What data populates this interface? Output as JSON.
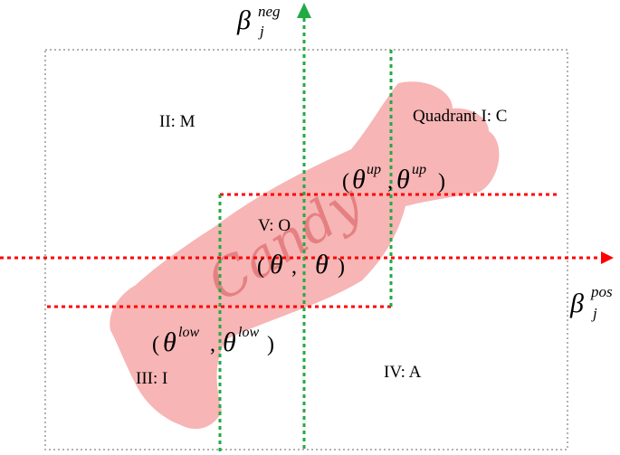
{
  "axes": {
    "x": {
      "base": "β",
      "sub": "j",
      "sup": "pos",
      "color": "#ff0000"
    },
    "y": {
      "base": "β",
      "sub": "j",
      "sup": "neg",
      "color": "#22aa44"
    }
  },
  "regions": {
    "quadrant_1": "Quadrant I: C",
    "quadrant_2": "II: M",
    "quadrant_3": "III: I",
    "quadrant_4": "IV: A",
    "region_5": "V: O"
  },
  "points": {
    "upper": {
      "base": "θ",
      "sup": "up"
    },
    "center": {
      "base": "θ"
    },
    "lower": {
      "base": "θ",
      "sup": "low"
    }
  },
  "candy": {
    "word": "Candy",
    "fill": "#f7b5b5",
    "text_color": "#e06f72"
  },
  "colors": {
    "red_line": "#ff0000",
    "green_line": "#22aa44",
    "border": "#999999"
  }
}
